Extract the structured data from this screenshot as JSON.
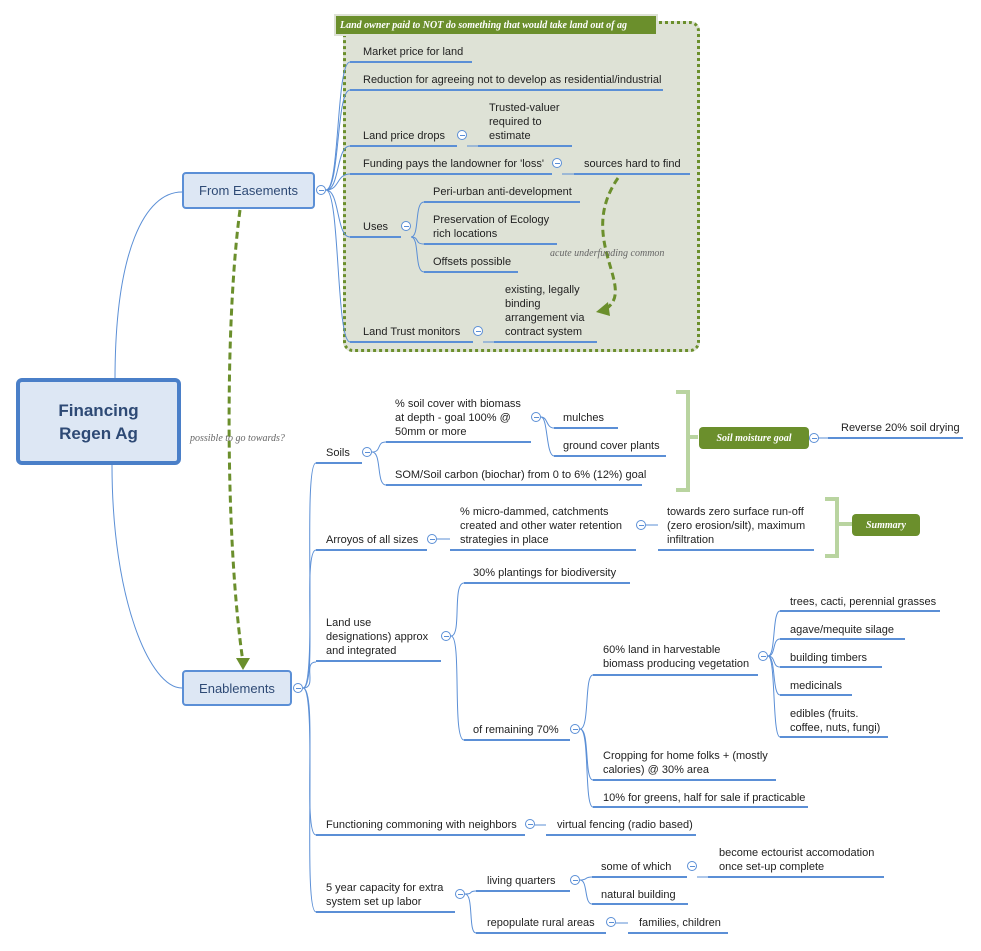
{
  "root": {
    "line1": "Financing",
    "line2": "Regen Ag"
  },
  "easements": {
    "label": "From Easements",
    "banner": "Land owner paid to NOT do something that would take land out of ag",
    "market_price": "Market price for land",
    "reduction": "Reduction for agreeing not to develop as residential/industrial",
    "land_price_drops": "Land price drops",
    "trusted_valuer": [
      "Trusted-valuer",
      "required to",
      "estimate"
    ],
    "funding_pays": "Funding pays the landowner for 'loss'",
    "sources_hard": "sources hard to find",
    "uses": "Uses",
    "peri_urban": "Peri-urban anti-development",
    "preservation": [
      "Preservation of Ecology",
      "rich locations"
    ],
    "offsets": "Offsets possible",
    "underfunding_note": "acute underfunding common",
    "land_trust": "Land Trust monitors",
    "existing": [
      "existing, legally",
      "binding",
      "arrangement via",
      "contract system"
    ]
  },
  "relation_note": "possible to go towards?",
  "enablements": {
    "label": "Enablements",
    "soils": "Soils",
    "soil_cover": [
      "% soil cover with biomass",
      "at depth - goal 100% @",
      "50mm or more"
    ],
    "mulches": "mulches",
    "ground_cover": "ground cover plants",
    "som": "SOM/Soil carbon (biochar) from 0 to 6% (12%) goal",
    "soil_moisture_goal": "Soil moisture goal",
    "reverse_drying": "Reverse 20% soil drying",
    "arroyos": "Arroyos of all sizes",
    "micro_dammed": [
      "% micro-dammed, catchments",
      "created and other water retention",
      "strategies in place"
    ],
    "towards_zero": [
      "towards zero surface run-off",
      "(zero erosion/silt), maximum",
      "infiltration"
    ],
    "summary": "Summary",
    "land_use": [
      "Land use",
      "designations) approx",
      "and integrated"
    ],
    "plantings": "30% plantings for biodiversity",
    "remaining": "of remaining 70%",
    "harvestable": [
      "60% land in harvestable",
      "biomass producing vegetation"
    ],
    "trees": "trees, cacti, perennial grasses",
    "agave": "agave/mequite silage",
    "timbers": "building timbers",
    "medicinals": "medicinals",
    "edibles": [
      "edibles (fruits.",
      "coffee, nuts, fungi)"
    ],
    "cropping": [
      "Cropping for home folks + (mostly",
      "calories) @ 30% area"
    ],
    "greens": "10% for greens, half for sale if practicable",
    "commoning": "Functioning commoning with neighbors",
    "fencing": "virtual fencing (radio based)",
    "capacity": [
      "5 year capacity for extra",
      "system set up labor"
    ],
    "living_quarters": "living quarters",
    "some_of_which": "some of which",
    "ecotourist": [
      "become ectourist accomodation",
      "once set-up complete"
    ],
    "natural_building": "natural building",
    "repopulate": "repopulate rural areas",
    "families": "families, children"
  },
  "colors": {
    "topic_border": "#5b8fd6",
    "topic_fill": "#dde7f4",
    "topic_text": "#2e4a75",
    "boundary_fill": "#dee2d6",
    "boundary_border": "#6b8f2c",
    "relation_arrow": "#6b8f2c",
    "bracket": "#b9d4a0",
    "tag_fill": "#6b8f2c"
  }
}
